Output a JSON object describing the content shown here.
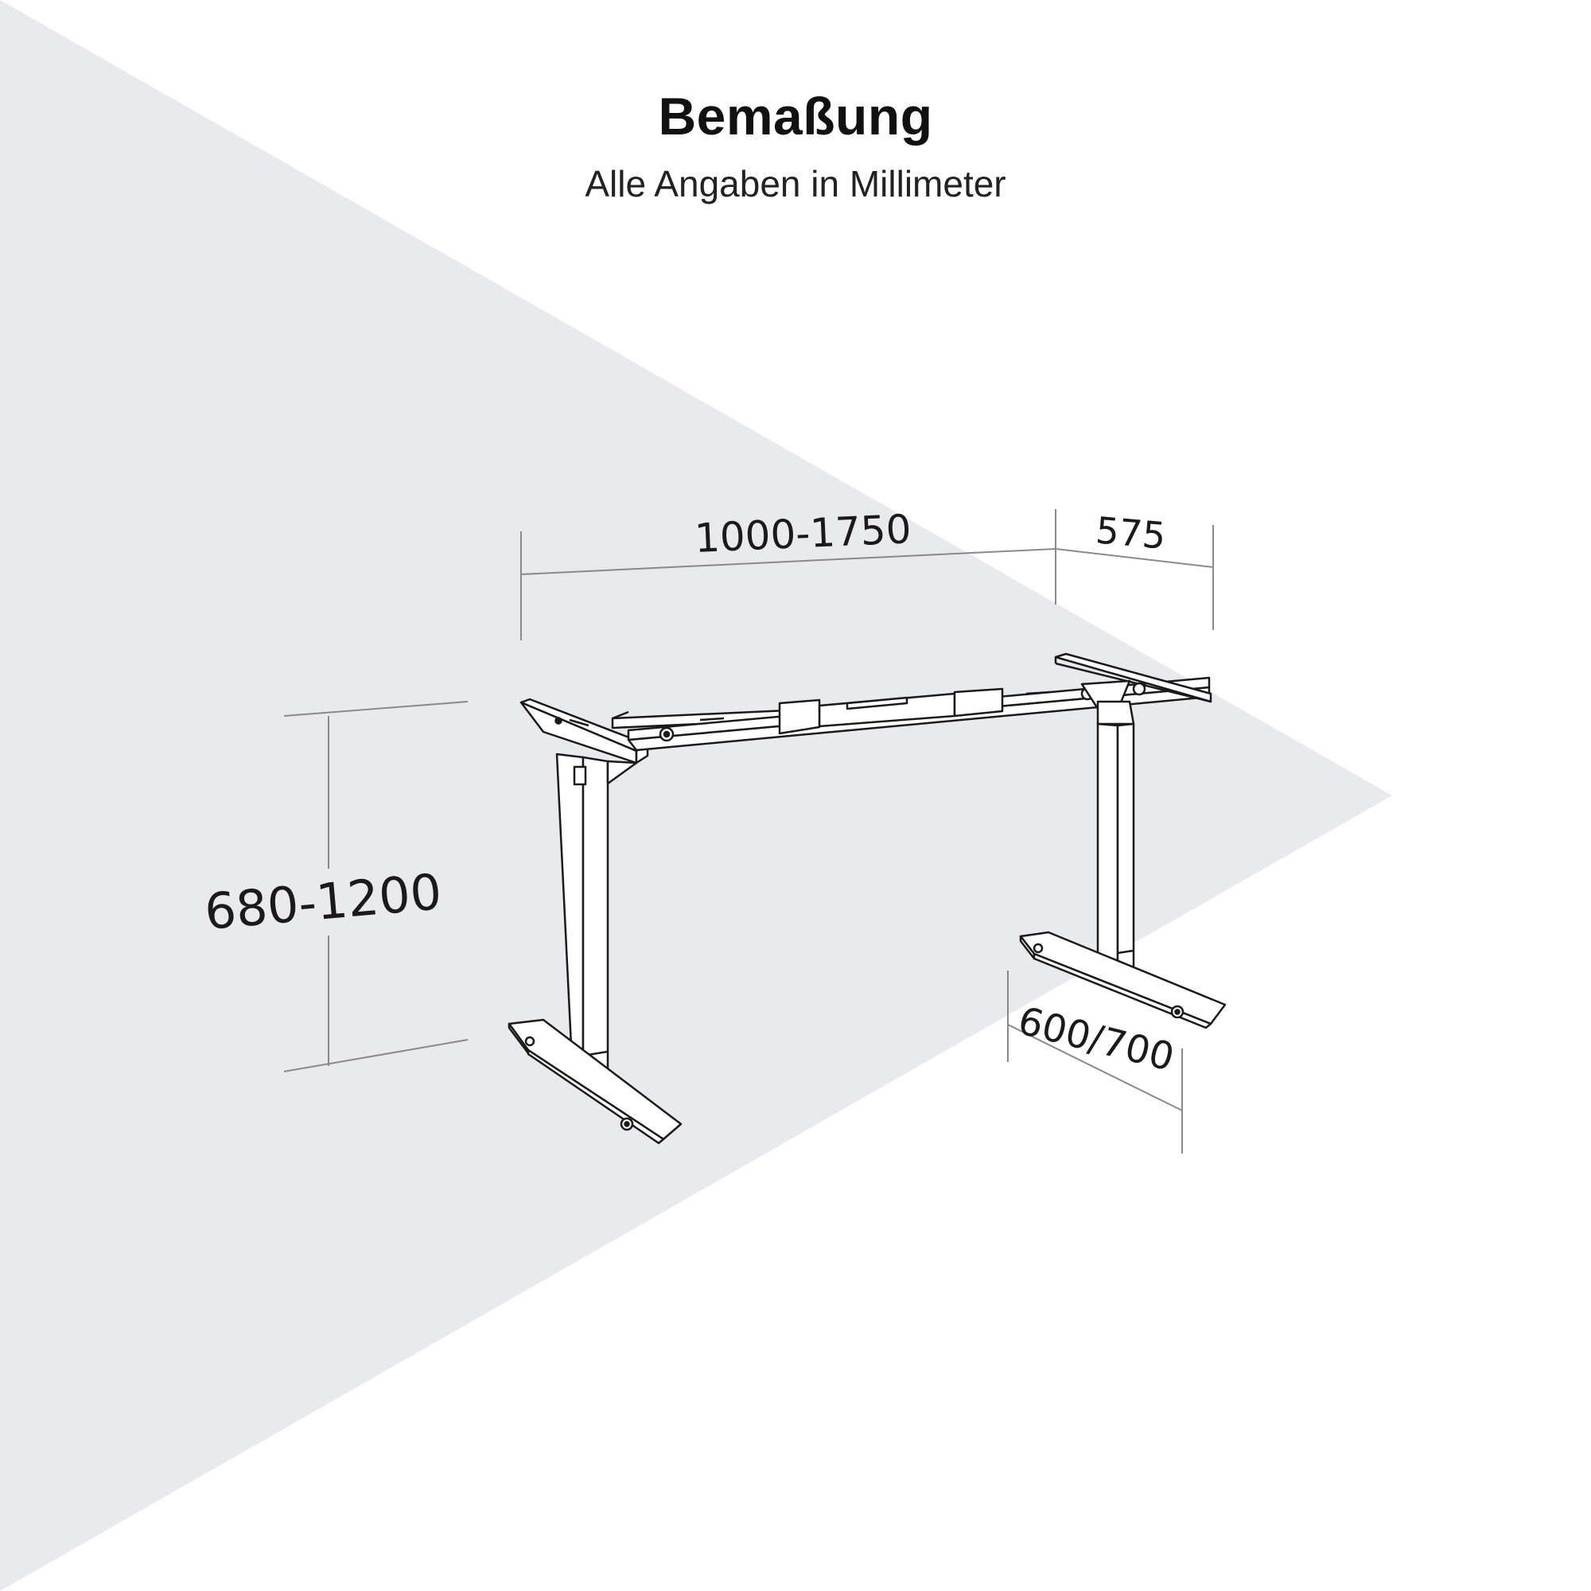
{
  "header": {
    "title": "Bemaßung",
    "subtitle": "Alle Angaben in Millimeter"
  },
  "dimensions": {
    "width": "1000-1750",
    "depth_top": "575",
    "height": "680-1200",
    "foot_depth": "600/700"
  },
  "colors": {
    "background": "#ffffff",
    "shape": "#e9eaee",
    "line": "#1a1a1a",
    "dim_line": "#8a8a8a"
  }
}
